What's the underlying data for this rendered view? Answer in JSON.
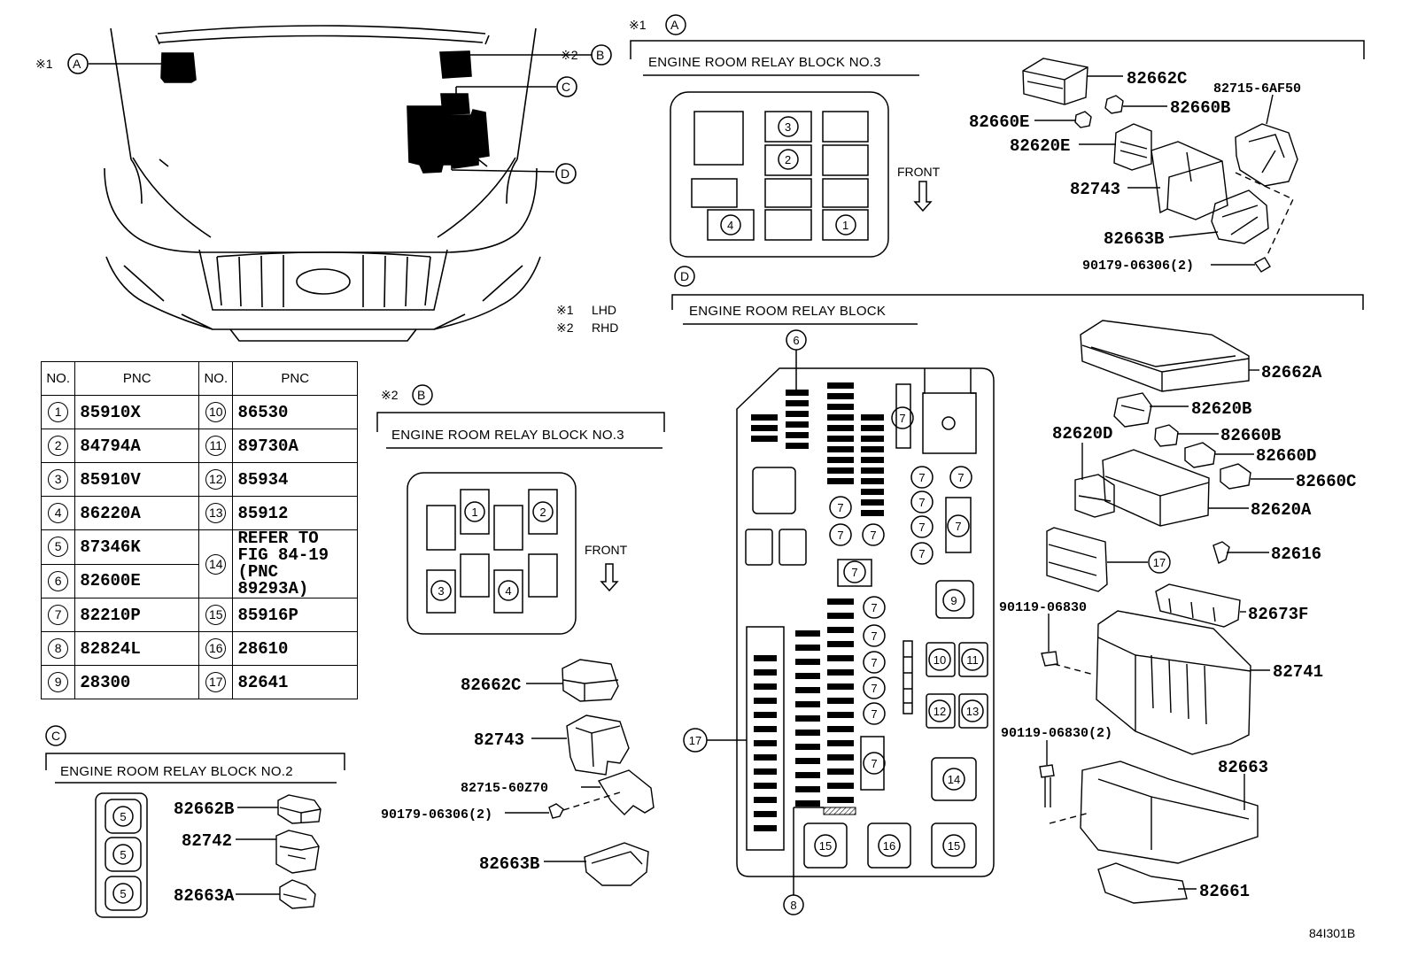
{
  "figure_code": "84I301B",
  "legend": {
    "lhd_mark": "※1",
    "lhd_label": "LHD",
    "rhd_mark": "※2",
    "rhd_label": "RHD"
  },
  "callouts": {
    "a": "A",
    "b": "B",
    "c": "C",
    "d": "D",
    "mark1": "※1",
    "mark2": "※2"
  },
  "table": {
    "header_no": "NO.",
    "header_pnc": "PNC",
    "rows": [
      {
        "no1": "1",
        "pnc1": "85910X",
        "no2": "10",
        "pnc2": "86530"
      },
      {
        "no1": "2",
        "pnc1": "84794A",
        "no2": "11",
        "pnc2": "89730A"
      },
      {
        "no1": "3",
        "pnc1": "85910V",
        "no2": "12",
        "pnc2": "85934"
      },
      {
        "no1": "4",
        "pnc1": "86220A",
        "no2": "13",
        "pnc2": "85912"
      },
      {
        "no1": "5",
        "pnc1": "87346K"
      },
      {
        "no1": "6",
        "pnc1": "82600E"
      },
      {
        "no1": "7",
        "pnc1": "82210P",
        "no2": "15",
        "pnc2": "85916P"
      },
      {
        "no1": "8",
        "pnc1": "82824L",
        "no2": "16",
        "pnc2": "28610"
      },
      {
        "no1": "9",
        "pnc1": "28300",
        "no2": "17",
        "pnc2": "82641"
      }
    ],
    "merged_no": "14",
    "merged_ref_1": "REFER TO",
    "merged_ref_2": "FIG 84-19",
    "merged_ref_3": "(PNC 89293A)"
  },
  "section_a": {
    "title": "ENGINE ROOM RELAY BLOCK NO.3",
    "front_label": "FRONT",
    "parts": {
      "p1": "82662C",
      "p2": "82715-6AF50",
      "p3": "82660B",
      "p4": "82660E",
      "p5": "82620E",
      "p6": "82743",
      "p7": "82663B",
      "p8": "90179-06306(2)"
    }
  },
  "section_b": {
    "title": "ENGINE ROOM RELAY BLOCK NO.3",
    "front_label": "FRONT",
    "parts": {
      "p1": "82662C",
      "p2": "82743",
      "p3": "82715-60Z70",
      "p4": "90179-06306(2)",
      "p5": "82663B"
    }
  },
  "section_c": {
    "title": "ENGINE ROOM RELAY BLOCK NO.2",
    "parts": {
      "p1": "82662B",
      "p2": "82742",
      "p3": "82663A"
    }
  },
  "section_d": {
    "title": "ENGINE ROOM RELAY BLOCK",
    "parts": {
      "p1": "82662A",
      "p2": "82620B",
      "p3": "82620D",
      "p4": "82660B",
      "p5": "82660D",
      "p6": "82660C",
      "p7": "82620A",
      "p8": "82616",
      "p9": "90119-06830",
      "p10": "82673F",
      "p11": "82741",
      "p12": "90119-06830(2)",
      "p13": "82663",
      "p14": "82661"
    },
    "labels": {
      "n6": "6",
      "n7": "7",
      "n8": "8",
      "n9": "9",
      "n10": "10",
      "n11": "11",
      "n12": "12",
      "n13": "13",
      "n14": "14",
      "n15": "15",
      "n16": "16",
      "n17": "17"
    }
  },
  "numerals": {
    "n1": "1",
    "n2": "2",
    "n3": "3",
    "n4": "4",
    "n5": "5"
  }
}
